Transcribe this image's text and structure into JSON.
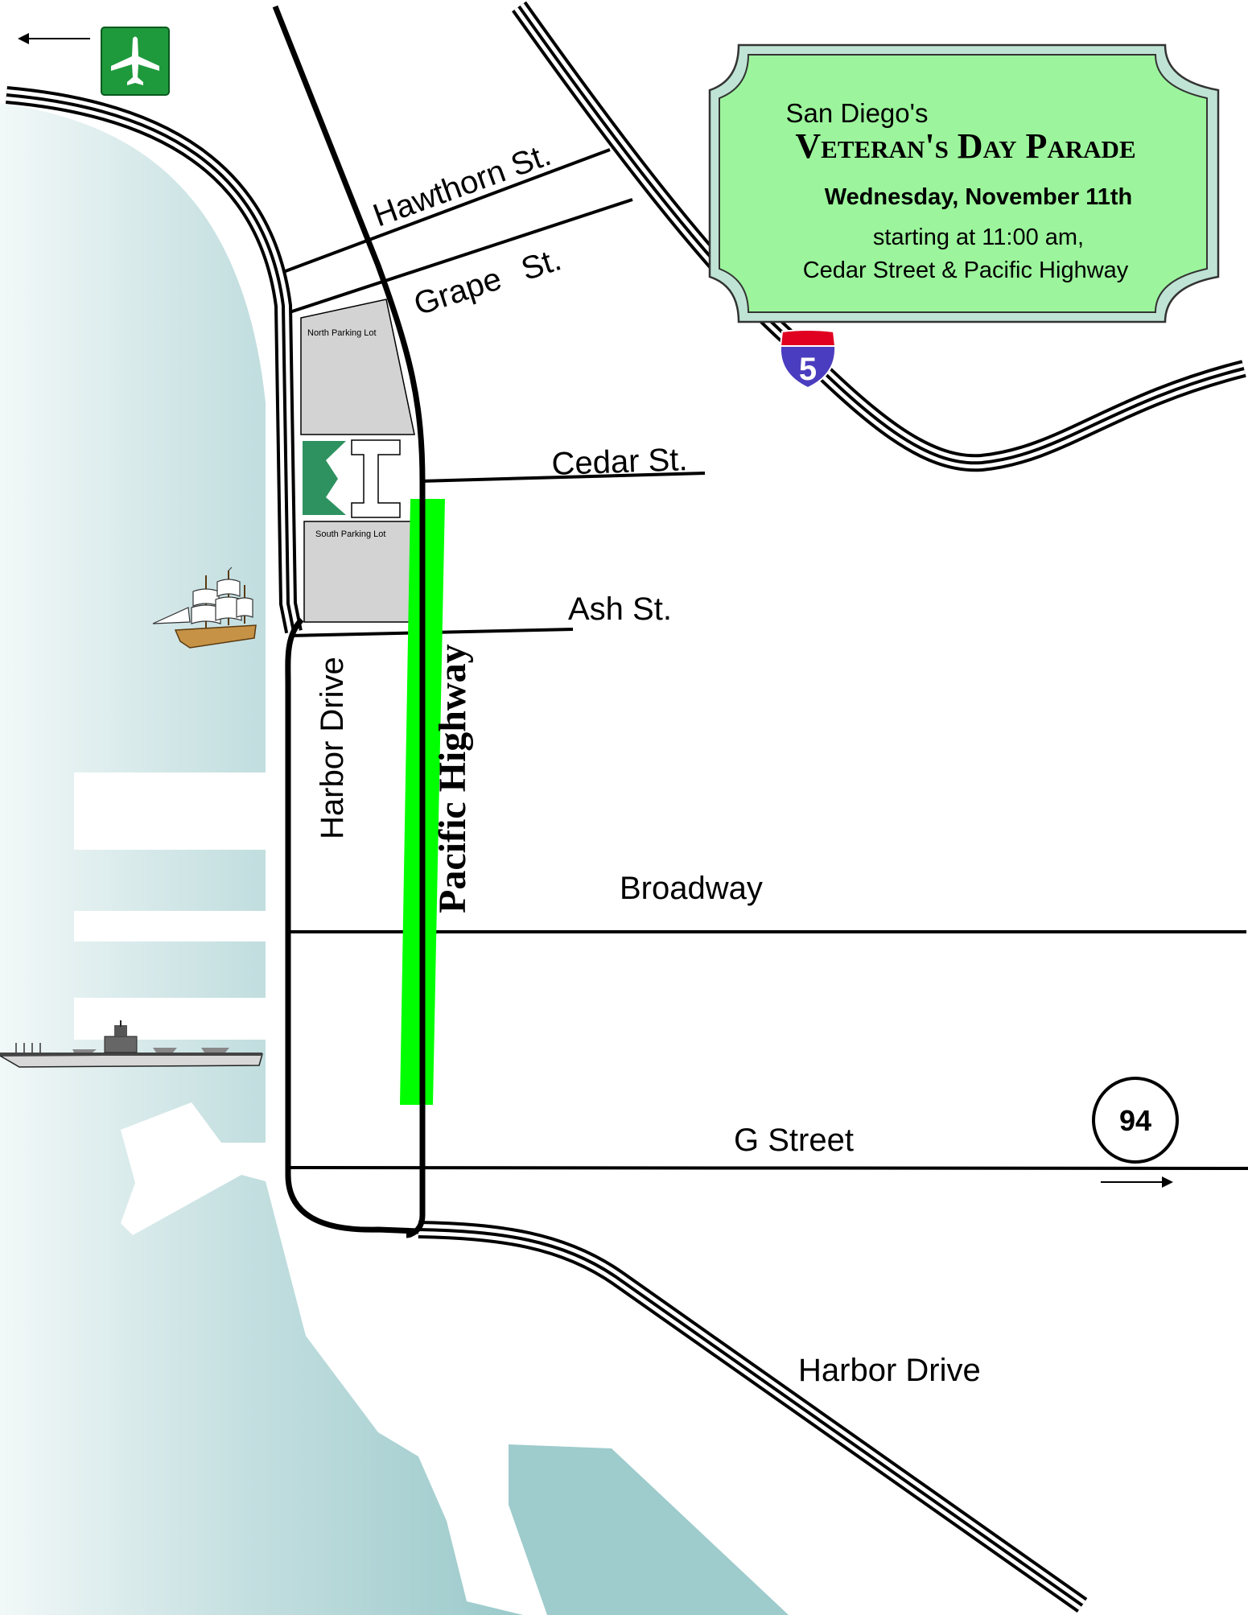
{
  "banner": {
    "line1": "San Diego's",
    "title": "Veteran's Day Parade",
    "date": "Wednesday, November 11th",
    "time": "starting at 11:00 am,",
    "location": "Cedar Street & Pacific Highway"
  },
  "streets": {
    "hawthorn": "Hawthorn St.",
    "grape": "Grape St.",
    "cedar": "Cedar St.",
    "ash": "Ash St.",
    "broadway": "Broadway",
    "g_street": "G Street",
    "harbor_west": "Harbor Drive",
    "harbor_south": "Harbor Drive",
    "pacific": "Pacific Highway"
  },
  "parking": {
    "north": "North Parking Lot",
    "south": "South Parking Lot"
  },
  "shields": {
    "interstate": "5",
    "state_route": "94"
  },
  "icons": {
    "airport": "airplane-icon",
    "tall_ship": "tall-ship-icon",
    "carrier": "aircraft-carrier-icon"
  },
  "colors": {
    "water": "#9ecbcc",
    "banner": "#9cf59c",
    "parade_route": "#00ff00",
    "airport_sign": "#1e9a3c",
    "parking": "#d3d3d3"
  }
}
